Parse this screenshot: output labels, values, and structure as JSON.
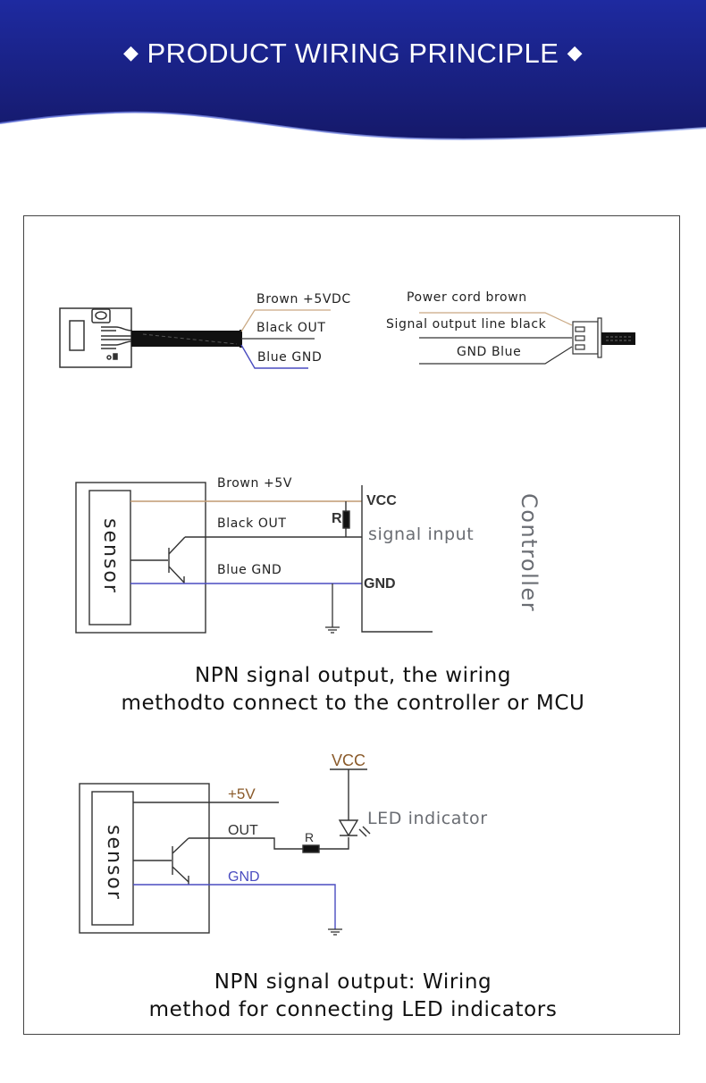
{
  "banner": {
    "title": "PRODUCT WIRING PRINCIPLE",
    "decoration_icon": "diamond-icon",
    "bg_color": "#1d2a9a"
  },
  "colors": {
    "brown_wire": "#b8926a",
    "black_wire": "#333333",
    "blue_wire": "#4a4cc0",
    "label_gray": "#6a6d73",
    "schematic_orange": "#8a5a2a"
  },
  "cable_diagram": {
    "labels": [
      "Brown +5VDC",
      "Black OUT",
      "Blue GND"
    ]
  },
  "connector_diagram": {
    "labels": [
      "Power cord brown",
      "Signal output line black",
      "GND Blue"
    ]
  },
  "controller_diagram": {
    "sensor_label": "sensor",
    "wire_labels": [
      "Brown +5V",
      "Black OUT",
      "Blue GND"
    ],
    "resistor_label": "R",
    "vcc_label": "VCC",
    "gnd_label": "GND",
    "signal_label": "signal input",
    "controller_label": "Controller",
    "caption_line1": "NPN signal output, the wiring",
    "caption_line2": "methodto connect to the controller or MCU"
  },
  "led_diagram": {
    "sensor_label": "sensor",
    "vcc_label": "VCC",
    "plus5v_label": "+5V",
    "out_label": "OUT",
    "resistor_label": "R",
    "gnd_label": "GND",
    "led_label": "LED indicator",
    "caption_line1": "NPN signal output: Wiring",
    "caption_line2": "method for connecting LED indicators"
  }
}
